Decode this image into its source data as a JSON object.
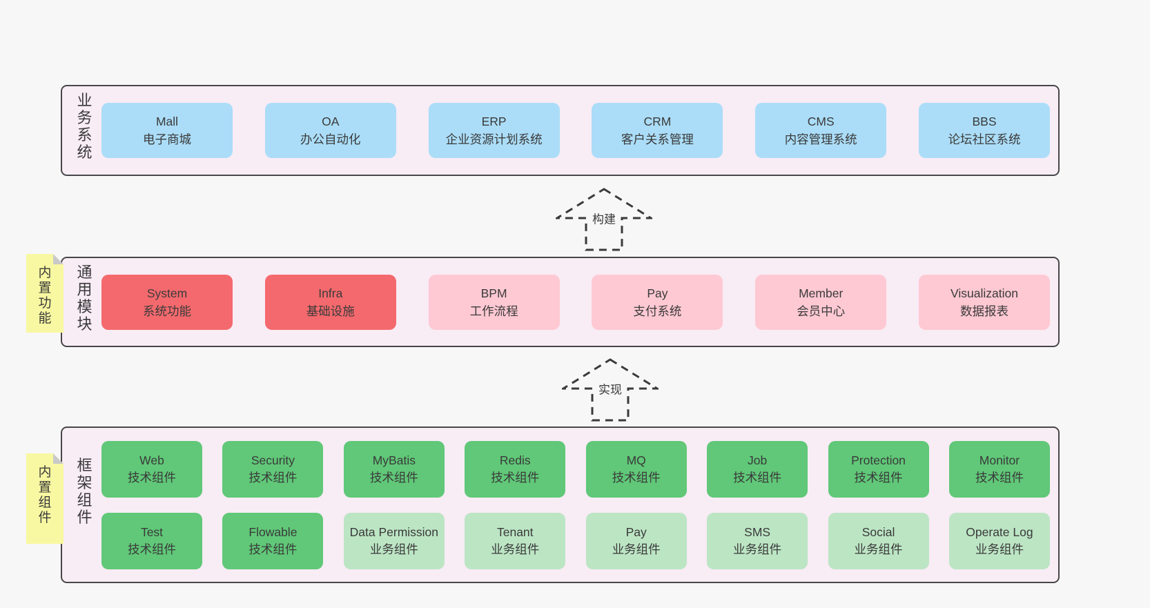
{
  "colors": {
    "page_bg": "#f7f7f7",
    "container_bg": "#f8ecf5",
    "container_border": "#474747",
    "blue": "#abddf8",
    "red": "#f4696d",
    "pink": "#fec9d3",
    "green": "#60c878",
    "lightgreen": "#bce5c4",
    "note_yellow": "#f8f8a2",
    "note_fold": "#c9c9c9",
    "text": "#3a3a3a"
  },
  "arrows": [
    {
      "label": "构建"
    },
    {
      "label": "实现"
    }
  ],
  "layers": {
    "business": {
      "label": "业务系统",
      "boxes": [
        {
          "name": "Mall",
          "desc": "电子商城",
          "variant": "blue"
        },
        {
          "name": "OA",
          "desc": "办公自动化",
          "variant": "blue"
        },
        {
          "name": "ERP",
          "desc": "企业资源计划系统",
          "variant": "blue"
        },
        {
          "name": "CRM",
          "desc": "客户关系管理",
          "variant": "blue"
        },
        {
          "name": "CMS",
          "desc": "内容管理系统",
          "variant": "blue"
        },
        {
          "name": "BBS",
          "desc": "论坛社区系统",
          "variant": "blue"
        }
      ]
    },
    "modules": {
      "label": "通用模块",
      "note": "内置功能",
      "boxes": [
        {
          "name": "System",
          "desc": "系统功能",
          "variant": "red"
        },
        {
          "name": "Infra",
          "desc": "基础设施",
          "variant": "red"
        },
        {
          "name": "BPM",
          "desc": "工作流程",
          "variant": "pink"
        },
        {
          "name": "Pay",
          "desc": "支付系统",
          "variant": "pink"
        },
        {
          "name": "Member",
          "desc": "会员中心",
          "variant": "pink"
        },
        {
          "name": "Visualization",
          "desc": "数据报表",
          "variant": "pink"
        }
      ]
    },
    "components": {
      "label": "框架组件",
      "note": "内置组件",
      "rows": [
        [
          {
            "name": "Web",
            "desc": "技术组件",
            "variant": "green"
          },
          {
            "name": "Security",
            "desc": "技术组件",
            "variant": "green"
          },
          {
            "name": "MyBatis",
            "desc": "技术组件",
            "variant": "green"
          },
          {
            "name": "Redis",
            "desc": "技术组件",
            "variant": "green"
          },
          {
            "name": "MQ",
            "desc": "技术组件",
            "variant": "green"
          },
          {
            "name": "Job",
            "desc": "技术组件",
            "variant": "green"
          },
          {
            "name": "Protection",
            "desc": "技术组件",
            "variant": "green"
          },
          {
            "name": "Monitor",
            "desc": "技术组件",
            "variant": "green"
          }
        ],
        [
          {
            "name": "Test",
            "desc": "技术组件",
            "variant": "green"
          },
          {
            "name": "Flowable",
            "desc": "技术组件",
            "variant": "green"
          },
          {
            "name": "Data Permission",
            "desc": "业务组件",
            "variant": "lightgreen"
          },
          {
            "name": "Tenant",
            "desc": "业务组件",
            "variant": "lightgreen"
          },
          {
            "name": "Pay",
            "desc": "业务组件",
            "variant": "lightgreen"
          },
          {
            "name": "SMS",
            "desc": "业务组件",
            "variant": "lightgreen"
          },
          {
            "name": "Social",
            "desc": "业务组件",
            "variant": "lightgreen"
          },
          {
            "name": "Operate Log",
            "desc": "业务组件",
            "variant": "lightgreen"
          }
        ]
      ]
    }
  }
}
